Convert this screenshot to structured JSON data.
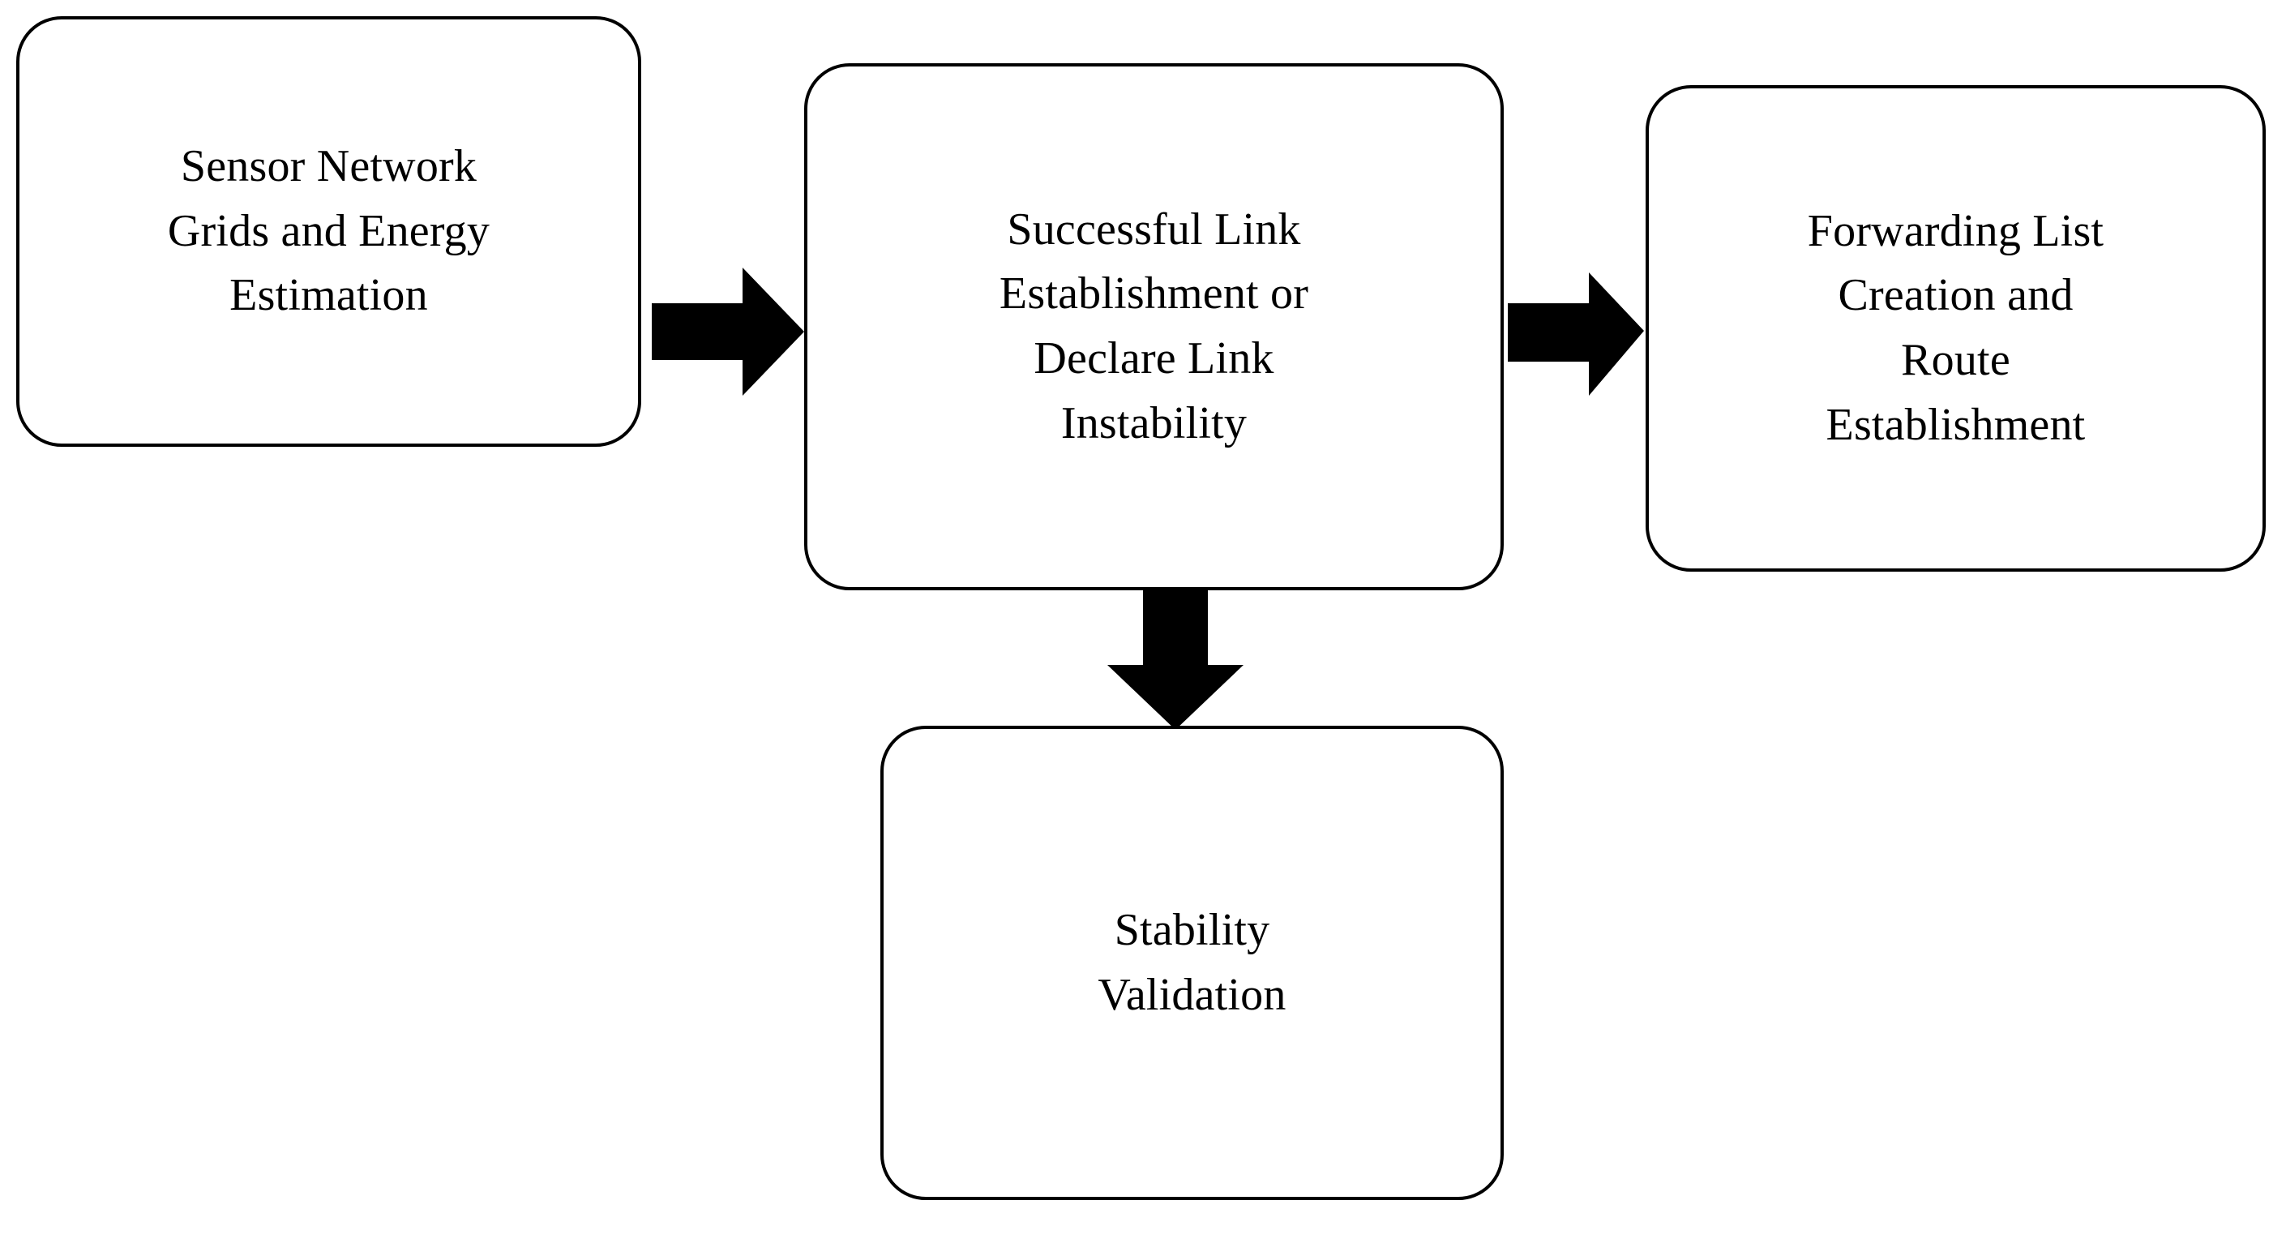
{
  "diagram": {
    "type": "flowchart",
    "orientation": "left-to-right with downward branch",
    "background_color": "#FFFFFF",
    "node_fill_color": "#FFFFFF",
    "node_border_color": "#000000",
    "arrow_color": "#000000",
    "text_color": "#000000",
    "nodes": [
      {
        "id": "sensor",
        "label": "Sensor Network\nGrids and Energy\nEstimation",
        "lines": [
          "Sensor Network",
          "Grids and Energy",
          "Estimation"
        ],
        "shape": "rounded-rectangle",
        "position": "top-left"
      },
      {
        "id": "link",
        "label": "Successful Link\nEstablishment or\nDeclare Link\nInstability",
        "lines": [
          "Successful Link",
          "Establishment or",
          "Declare Link",
          "Instability"
        ],
        "shape": "rounded-rectangle",
        "position": "top-center"
      },
      {
        "id": "forwarding",
        "label": "Forwarding List\nCreation and\nRoute\nEstablishment",
        "lines": [
          "Forwarding List",
          "Creation and",
          "Route",
          "Establishment"
        ],
        "shape": "rounded-rectangle",
        "position": "top-right"
      },
      {
        "id": "stability",
        "label": "Stability\nValidation",
        "lines": [
          "Stability",
          "Validation"
        ],
        "shape": "rounded-rectangle",
        "position": "bottom-center"
      }
    ],
    "edges": [
      {
        "id": "sensor-to-link",
        "from": "sensor",
        "to": "link",
        "direction": "right",
        "style": "solid-block-arrow"
      },
      {
        "id": "link-to-forwarding",
        "from": "link",
        "to": "forwarding",
        "direction": "right",
        "style": "solid-block-arrow"
      },
      {
        "id": "link-to-stability",
        "from": "link",
        "to": "stability",
        "direction": "down",
        "style": "solid-block-arrow"
      }
    ]
  }
}
